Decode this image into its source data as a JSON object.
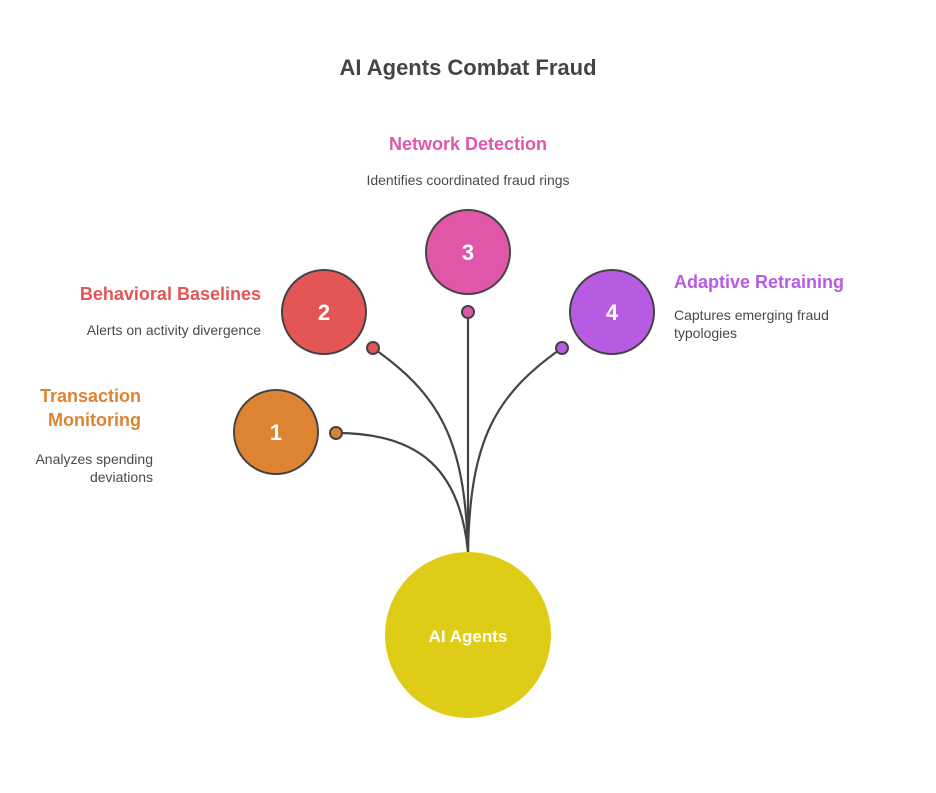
{
  "title": "AI Agents Combat Fraud",
  "hub": {
    "label": "AI Agents",
    "color": "#DFCC17"
  },
  "line_color": "#444444",
  "items": [
    {
      "number": "1",
      "title_lines": [
        "Transaction",
        "Monitoring"
      ],
      "desc_lines": [
        "Analyzes spending",
        "deviations"
      ],
      "color": "#DD8432"
    },
    {
      "number": "2",
      "title_lines": [
        "Behavioral Baselines"
      ],
      "desc_lines": [
        "Alerts on activity divergence"
      ],
      "color": "#E45656"
    },
    {
      "number": "3",
      "title_lines": [
        "Network Detection"
      ],
      "desc_lines": [
        "Identifies coordinated fraud rings"
      ],
      "color": "#E057A9"
    },
    {
      "number": "4",
      "title_lines": [
        "Adaptive Retraining"
      ],
      "desc_lines": [
        "Captures emerging fraud",
        "typologies"
      ],
      "color": "#B85BE3"
    }
  ]
}
